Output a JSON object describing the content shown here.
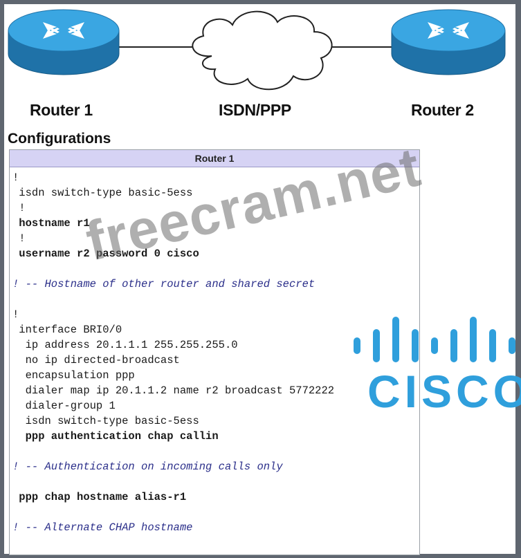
{
  "diagram": {
    "nodes": [
      {
        "id": "router1",
        "label": "Router 1"
      },
      {
        "id": "isdn_cloud",
        "label": "ISDN/PPP"
      },
      {
        "id": "router2",
        "label": "Router 2"
      }
    ],
    "edges": [
      {
        "from": "router1",
        "to": "isdn_cloud"
      },
      {
        "from": "isdn_cloud",
        "to": "router2"
      }
    ]
  },
  "section_title": "Configurations",
  "config": {
    "header": "Router 1",
    "lines": [
      {
        "text": "!",
        "style": "normal"
      },
      {
        "text": " isdn switch-type basic-5ess",
        "style": "normal"
      },
      {
        "text": " !",
        "style": "normal"
      },
      {
        "text": " hostname r1",
        "style": "bold"
      },
      {
        "text": " !",
        "style": "normal"
      },
      {
        "text": " username r2 password 0 cisco",
        "style": "bold"
      },
      {
        "text": "",
        "style": "gap"
      },
      {
        "text": "! -- Hostname of other router and shared secret",
        "style": "comment"
      },
      {
        "text": "",
        "style": "gap"
      },
      {
        "text": "!",
        "style": "normal"
      },
      {
        "text": " interface BRI0/0",
        "style": "normal"
      },
      {
        "text": "  ip address 20.1.1.1 255.255.255.0",
        "style": "normal"
      },
      {
        "text": "  no ip directed-broadcast",
        "style": "normal"
      },
      {
        "text": "  encapsulation ppp",
        "style": "normal"
      },
      {
        "text": "  dialer map ip 20.1.1.2 name r2 broadcast 5772222",
        "style": "normal"
      },
      {
        "text": "  dialer-group 1",
        "style": "normal"
      },
      {
        "text": "  isdn switch-type basic-5ess",
        "style": "normal"
      },
      {
        "text": "  ppp authentication chap callin",
        "style": "bold"
      },
      {
        "text": "",
        "style": "gap"
      },
      {
        "text": "! -- Authentication on incoming calls only",
        "style": "comment"
      },
      {
        "text": "",
        "style": "gap"
      },
      {
        "text": " ppp chap hostname alias-r1",
        "style": "bold"
      },
      {
        "text": "",
        "style": "gap"
      },
      {
        "text": "! -- Alternate CHAP hostname",
        "style": "comment"
      }
    ]
  },
  "watermark": "freecram.net",
  "logo": {
    "text": "CISCO",
    "color": "#2f9fdc"
  },
  "colors": {
    "router": "#2f9ad8",
    "router_dark": "#1f72a8",
    "header_bg": "#d6d3f4",
    "comment": "#2b2f8a"
  }
}
